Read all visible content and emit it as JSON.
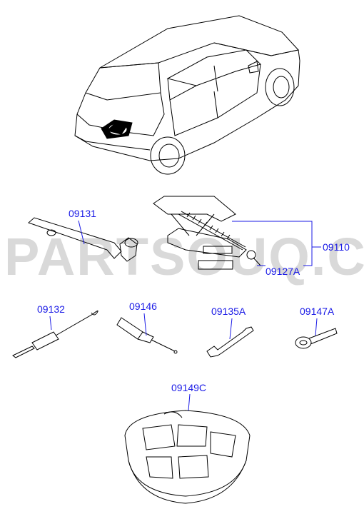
{
  "watermark": "PARTSOUQ.COM",
  "labels": {
    "jack": "09110",
    "jack_handle": "09127A",
    "lug_wrench": "09131",
    "hook": "09132",
    "screwdriver": "09146",
    "spanner": "09135A",
    "tow_hook": "09147A",
    "tray": "09149C"
  },
  "colors": {
    "label": "#1a1ae6",
    "line": "#000000",
    "watermark": "#d9d9d9"
  }
}
